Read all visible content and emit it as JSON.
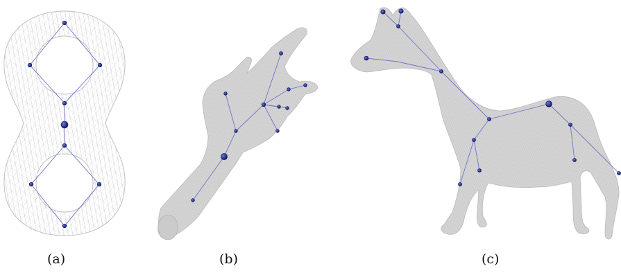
{
  "captions": {
    "a": "(a)",
    "b": "(b)",
    "c": "(c)"
  },
  "colors": {
    "mesh": "#d4d4d4",
    "wire": "#c2c2c2",
    "bone": "#6f74c9",
    "joint": "#1f2a8a"
  }
}
